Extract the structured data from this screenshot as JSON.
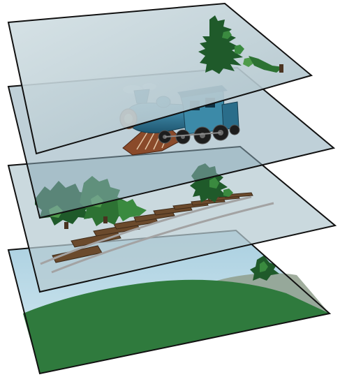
{
  "diagram": {
    "type": "stacked-layers",
    "layers": [
      {
        "id": "layer-4",
        "content": "tree",
        "fill": "#b9cdd4"
      },
      {
        "id": "layer-3",
        "content": "train",
        "fill": "#8ba9b8"
      },
      {
        "id": "layer-2",
        "content": "trees-and-track",
        "fill": "#b6cad1"
      },
      {
        "id": "layer-1",
        "content": "landscape",
        "fill": "#bcd9e6"
      }
    ],
    "colors": {
      "outline": "#111111",
      "sky": "#bcd9e6",
      "grass": "#2f7a3d",
      "distant_hill": "#8f9f8c",
      "tree_dark": "#1f5a2a",
      "tree_light": "#3a8a3f",
      "train_body": "#2a6d8a",
      "train_cab": "#3c8aa8",
      "cow_catcher": "#8a4a2a",
      "tie": "#6b4a2c",
      "rail": "#9a9a9a",
      "wheel": "#1d1d1d"
    }
  }
}
